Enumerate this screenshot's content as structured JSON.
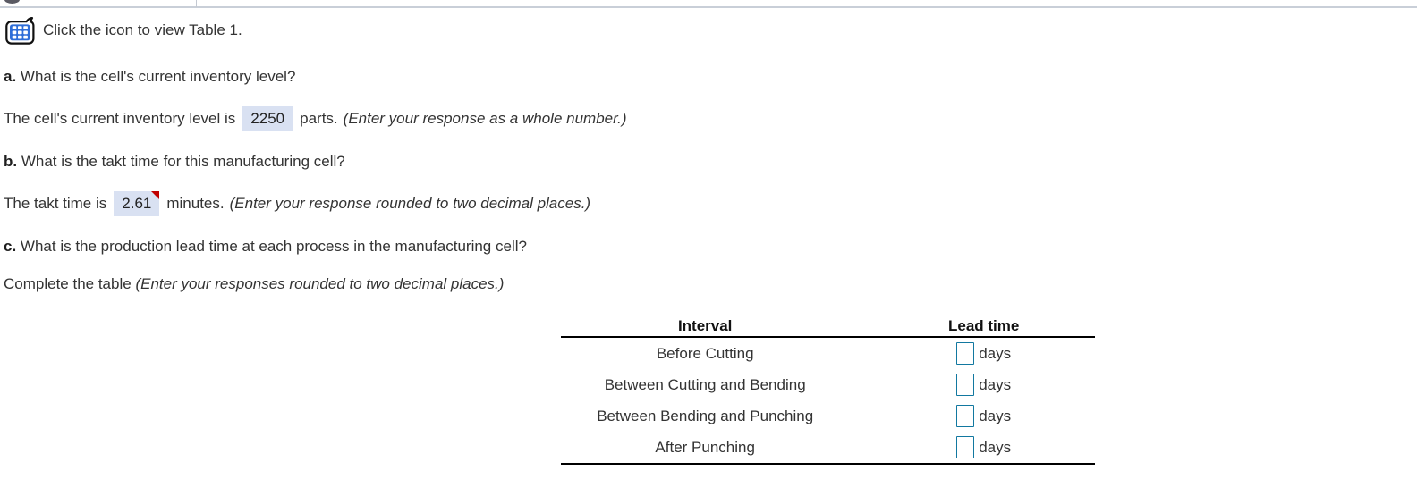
{
  "intro": {
    "text": "Click the icon to view Table 1."
  },
  "qa": {
    "label": "a.",
    "question": "What is the cell's current inventory level?",
    "answer_prefix": "The cell's current inventory level is",
    "answer_value": "2250",
    "answer_suffix": "parts.",
    "instruction": "(Enter your response as a whole number.)"
  },
  "qb": {
    "label": "b.",
    "question": "What is the takt time for this manufacturing cell?",
    "answer_prefix": "The takt time is",
    "answer_value": "2.61",
    "answer_suffix": "minutes.",
    "instruction": "(Enter your response rounded to two decimal places.)"
  },
  "qc": {
    "label": "c.",
    "question": "What is the production lead time at each process in the manufacturing cell?",
    "subtext": "Complete the table",
    "instruction": "(Enter your responses rounded to two decimal places.)"
  },
  "table": {
    "headers": [
      "Interval",
      "Lead time"
    ],
    "rows": [
      {
        "interval": "Before Cutting",
        "value": "",
        "unit": "days"
      },
      {
        "interval": "Between Cutting and Bending",
        "value": "",
        "unit": "days"
      },
      {
        "interval": "Between Bending and Punching",
        "value": "",
        "unit": "days"
      },
      {
        "interval": "After Punching",
        "value": "",
        "unit": "days"
      }
    ]
  },
  "colors": {
    "highlight_fill": "#d9e1f2",
    "flag_red": "#c00000",
    "input_border": "#1278a0",
    "icon_blue": "#2f6ed8",
    "divider_gray": "#c9cfd8"
  }
}
